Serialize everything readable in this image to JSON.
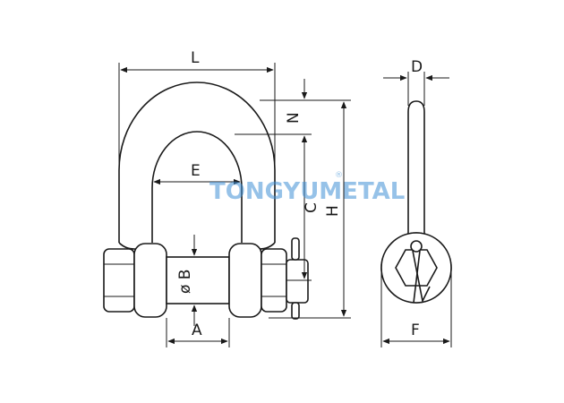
{
  "diagram": {
    "labels": {
      "L": "L",
      "N": "N",
      "C": "C",
      "H": "H",
      "E": "E",
      "B": "ø B",
      "A": "A",
      "D": "D",
      "F": "F"
    },
    "watermark": {
      "text": "TONGYUMETAL",
      "mark": "®"
    }
  }
}
